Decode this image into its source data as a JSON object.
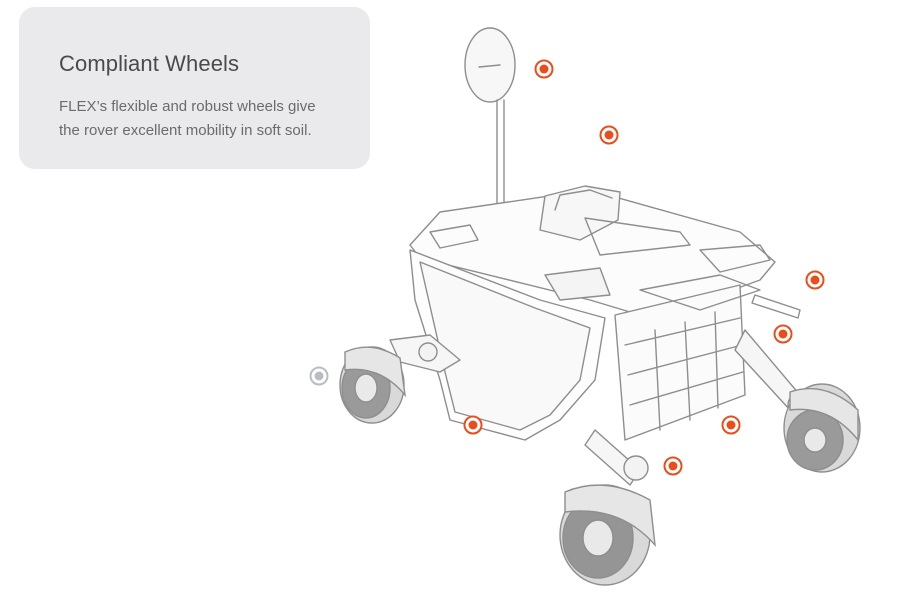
{
  "card": {
    "title": "Compliant Wheels",
    "description": "FLEX’s flexible and robust wheels give the rover excellent mobility in soft soil."
  },
  "hotspots": [
    {
      "id": "antenna",
      "active": false
    },
    {
      "id": "mast",
      "active": false
    },
    {
      "id": "rear-right",
      "active": false
    },
    {
      "id": "side-arm",
      "active": false
    },
    {
      "id": "front-left-wheel",
      "active": true
    },
    {
      "id": "front-panel",
      "active": false
    },
    {
      "id": "cargo-deck",
      "active": false
    },
    {
      "id": "front-axle",
      "active": false
    }
  ],
  "colors": {
    "hotspot": "#e84e1b",
    "hotspot_active": "#b9bcc3",
    "card_bg": "#eaeaec"
  }
}
